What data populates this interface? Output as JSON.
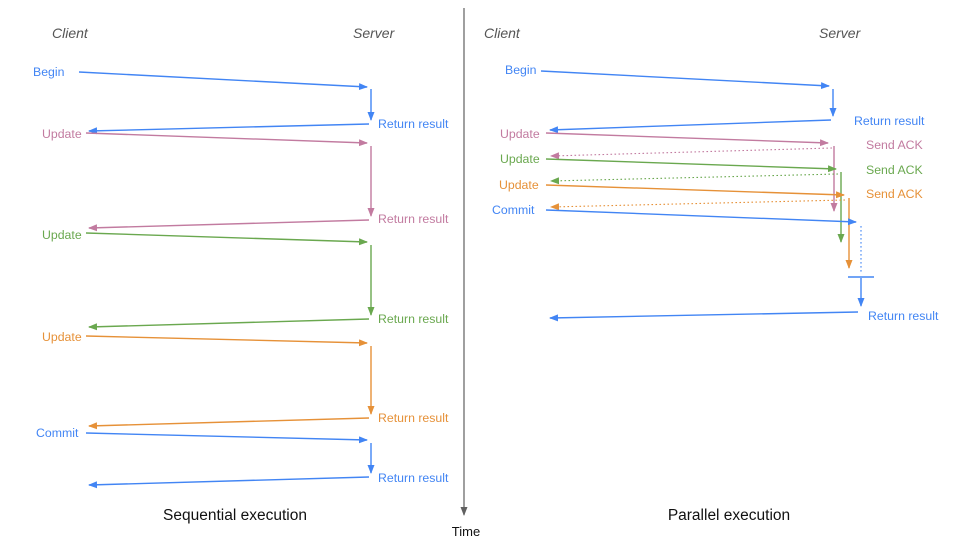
{
  "colors": {
    "blue": "#4285F4",
    "pink": "#C27BA0",
    "green": "#6AA84F",
    "orange": "#E69138",
    "axis": "#606060",
    "heading": "#555555",
    "title": "#111111"
  },
  "axis": {
    "label": "Time"
  },
  "sequential": {
    "title": "Sequential execution",
    "client_header": "Client",
    "server_header": "Server",
    "steps": [
      {
        "label": "Begin",
        "result": "Return result",
        "color": "blue"
      },
      {
        "label": "Update",
        "result": "Return result",
        "color": "pink"
      },
      {
        "label": "Update",
        "result": "Return result",
        "color": "green"
      },
      {
        "label": "Update",
        "result": "Return result",
        "color": "orange"
      },
      {
        "label": "Commit",
        "result": "Return result",
        "color": "blue"
      }
    ]
  },
  "parallel": {
    "title": "Parallel execution",
    "client_header": "Client",
    "server_header": "Server",
    "steps": [
      {
        "label": "Begin",
        "result": "Return result",
        "color": "blue"
      },
      {
        "label": "Update",
        "result": "Send ACK",
        "color": "pink"
      },
      {
        "label": "Update",
        "result": "Send ACK",
        "color": "green"
      },
      {
        "label": "Update",
        "result": "Send ACK",
        "color": "orange"
      },
      {
        "label": "Commit",
        "result": "Return result",
        "color": "blue"
      }
    ]
  }
}
